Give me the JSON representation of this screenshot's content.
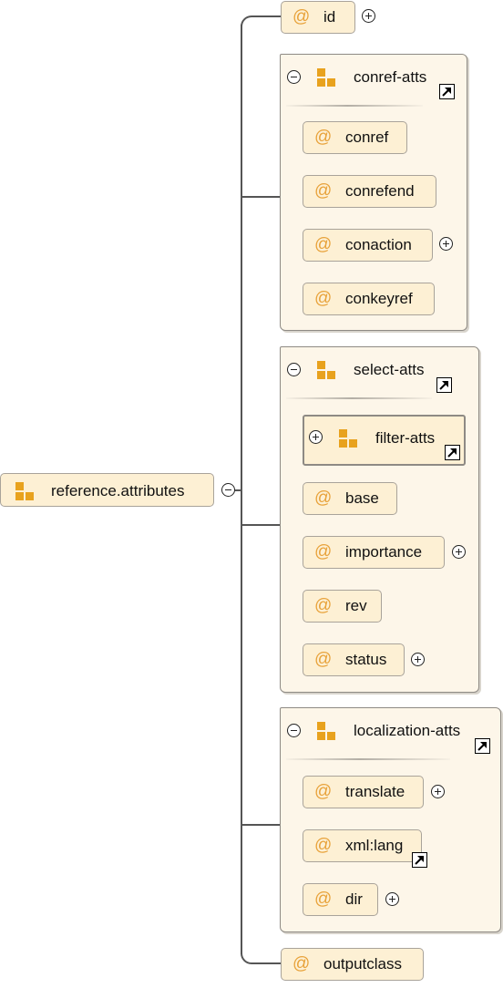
{
  "root": {
    "label": "reference.attributes",
    "icon": "group-reference-icon",
    "control": "collapse"
  },
  "top_attributes": {
    "id": {
      "label": "id",
      "symbol": "@",
      "expandable": true
    },
    "outputclass": {
      "label": "outputclass",
      "symbol": "@",
      "expandable": false
    }
  },
  "groups": {
    "conref_atts": {
      "title": "conref-atts",
      "items": [
        {
          "label": "conref",
          "symbol": "@",
          "expandable": false
        },
        {
          "label": "conrefend",
          "symbol": "@",
          "expandable": false
        },
        {
          "label": "conaction",
          "symbol": "@",
          "expandable": true
        },
        {
          "label": "conkeyref",
          "symbol": "@",
          "expandable": false
        }
      ]
    },
    "select_atts": {
      "title": "select-atts",
      "subgroup": {
        "title": "filter-atts",
        "control": "expand"
      },
      "items": [
        {
          "label": "base",
          "symbol": "@",
          "expandable": false
        },
        {
          "label": "importance",
          "symbol": "@",
          "expandable": true
        },
        {
          "label": "rev",
          "symbol": "@",
          "expandable": false
        },
        {
          "label": "status",
          "symbol": "@",
          "expandable": true
        }
      ]
    },
    "localization_atts": {
      "title": "localization-atts",
      "items": [
        {
          "label": "translate",
          "symbol": "@",
          "expandable": true
        },
        {
          "label": "xml:lang",
          "symbol": "@",
          "expandable": false,
          "reference": true
        },
        {
          "label": "dir",
          "symbol": "@",
          "expandable": true
        }
      ]
    }
  },
  "colors": {
    "node_fill": "#fdf0d4",
    "group_fill": "#fdf6e9",
    "icon_orange": "#e8a21e",
    "at_orange": "#e8a23a",
    "connector": "#555555"
  }
}
